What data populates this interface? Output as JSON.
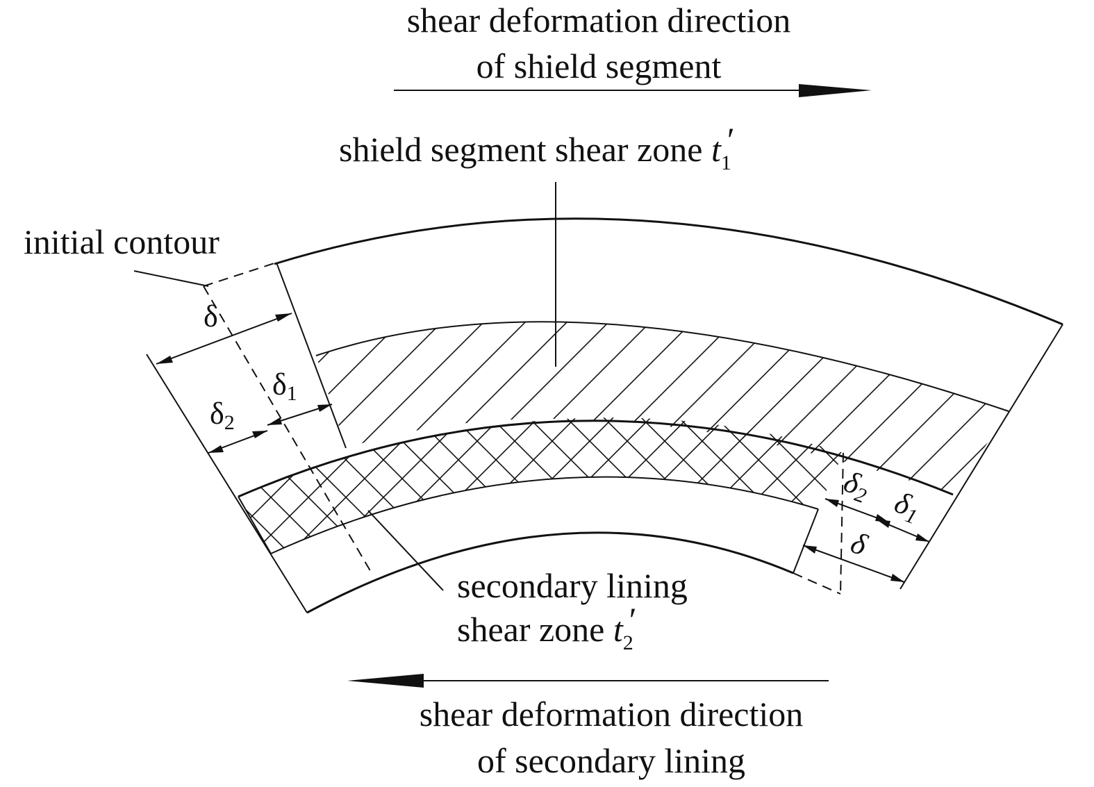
{
  "labels": {
    "top_direction_line1": "shear deformation direction",
    "top_direction_line2": "of shield segment",
    "shield_zone_text": "shield segment shear zone ",
    "shield_zone_symbol": "t",
    "shield_zone_sub": "1",
    "shield_zone_prime": "′",
    "initial_contour": "initial contour",
    "delta": "δ",
    "delta1_symbol": "δ",
    "delta1_sub": "1",
    "delta2_symbol": "δ",
    "delta2_sub": "2",
    "delta_right": "δ",
    "delta1_right_symbol": "δ",
    "delta1_right_sub": "1",
    "delta2_right_symbol": "δ",
    "delta2_right_sub": "2",
    "secondary_line1": "secondary lining",
    "secondary_line2_text": "shear zone ",
    "secondary_symbol": "t",
    "secondary_sub": "2",
    "secondary_prime": "′",
    "bottom_direction_line1": "shear deformation direction",
    "bottom_direction_line2": "of secondary lining"
  },
  "colors": {
    "ink": "#111111",
    "background": "#ffffff"
  }
}
